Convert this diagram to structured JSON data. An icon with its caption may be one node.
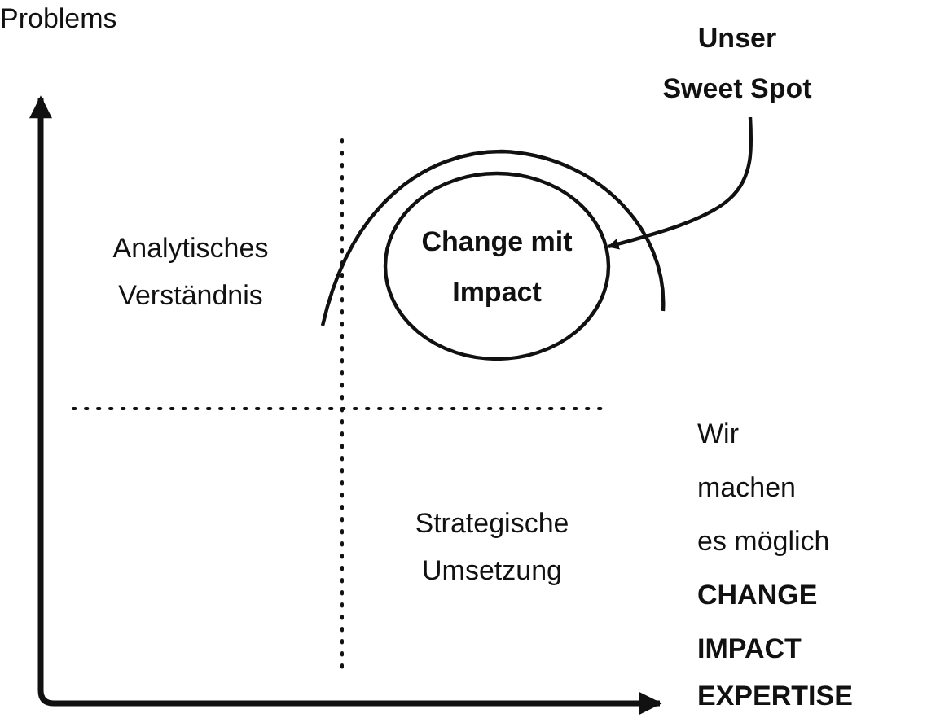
{
  "diagram": {
    "nodes": [
      {
        "text": [
          "Unser Sweet Spot"
        ]
      },
      {
        "text": [
          "Change mit Impact"
        ]
      }
    ],
    "edges": [
      {
        "from": 0,
        "to": 1,
        "arrow": "to"
      }
    ],
    "labels": [
      "Problems",
      "Analytisches Verständnis",
      "Strategische Umsetzung",
      "Wir",
      "machen",
      "es möglich",
      "CHANGE",
      "IMPACT",
      "EXPERTISE"
    ]
  }
}
